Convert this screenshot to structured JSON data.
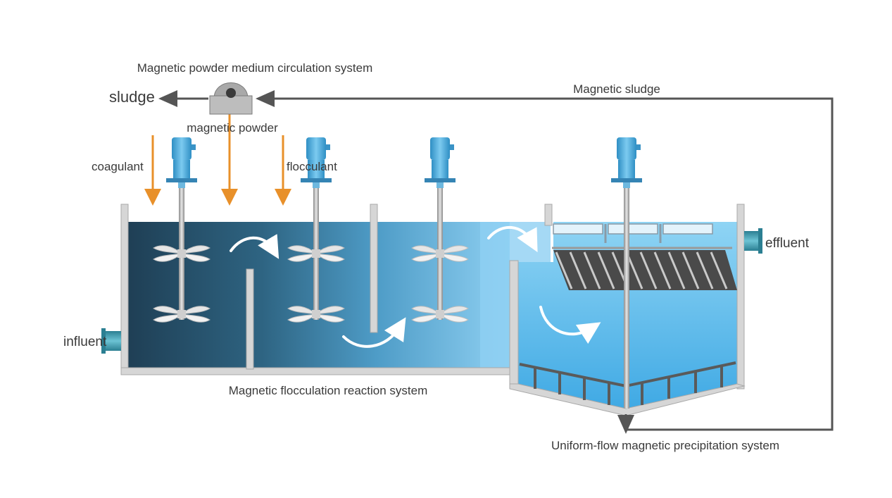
{
  "labels": {
    "circulation_system": "Magnetic powder medium circulation system",
    "sludge": "sludge",
    "magnetic_sludge": "Magnetic sludge",
    "magnetic_powder": "magnetic powder",
    "coagulant": "coagulant",
    "flocculant": "flocculant",
    "influent": "influent",
    "effluent": "effluent",
    "reaction_system": "Magnetic flocculation reaction system",
    "precipitation_system": "Uniform-flow magnetic precipitation system"
  },
  "colors": {
    "dose_arrow": "#e8902a",
    "flow_line": "#555555",
    "motor": "#4aa8d8",
    "tank_wall": "#d6d6d6"
  }
}
